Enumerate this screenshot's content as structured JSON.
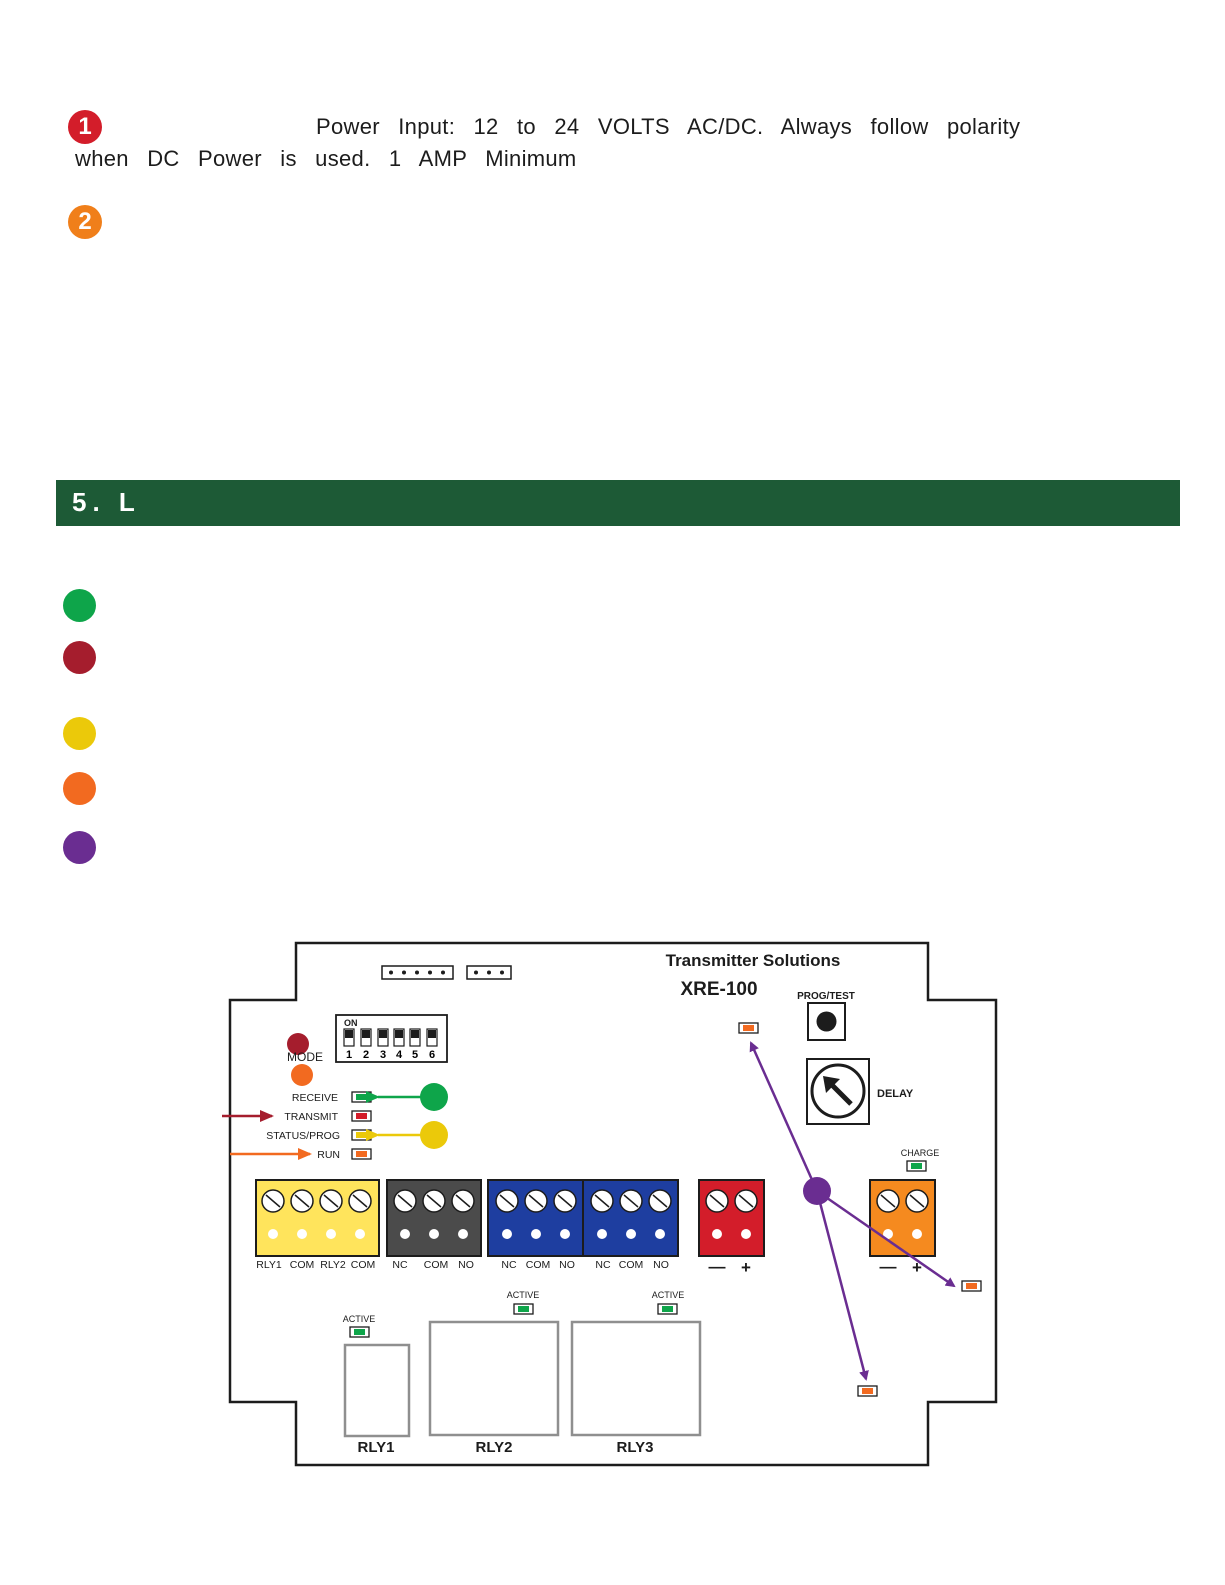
{
  "intro": {
    "step1": {
      "badge": "1",
      "badge_color": "#d31d2a",
      "line1": "Power Input: 12 to 24 VOLTS AC/DC. Always follow polarity",
      "line2": "when DC Power is used. 1 AMP Minimum"
    },
    "step2": {
      "badge": "2",
      "badge_color": "#f07f1a"
    }
  },
  "section": {
    "title": "5. L",
    "bar_color": "#1d5a36"
  },
  "legend": {
    "colors": [
      "#0ea54a",
      "#a51d2d",
      "#ebc90a",
      "#f26a20",
      "#6a2d91"
    ]
  },
  "board": {
    "brand": "Transmitter Solutions",
    "model": "XRE-100",
    "prog_test": "PROG/TEST",
    "delay": "DELAY",
    "dip_on": "ON",
    "dip_numbers": [
      "1",
      "2",
      "3",
      "4",
      "5",
      "6"
    ],
    "mode": "MODE",
    "led_labels": {
      "receive": "RECEIVE",
      "transmit": "TRANSMIT",
      "status": "STATUS/PROG",
      "run": "RUN"
    },
    "charge": "CHARGE",
    "active": "ACTIVE",
    "terminals": {
      "yellow": [
        "RLY1",
        "COM",
        "RLY2",
        "COM"
      ],
      "gray": [
        "NC",
        "COM",
        "NO"
      ],
      "blue1": [
        "NC",
        "COM",
        "NO"
      ],
      "blue2": [
        "NC",
        "COM",
        "NO"
      ],
      "red": [
        "—",
        "+"
      ],
      "orange": [
        "—",
        "+"
      ]
    },
    "relays": [
      "RLY1",
      "RLY2",
      "RLY3"
    ]
  }
}
